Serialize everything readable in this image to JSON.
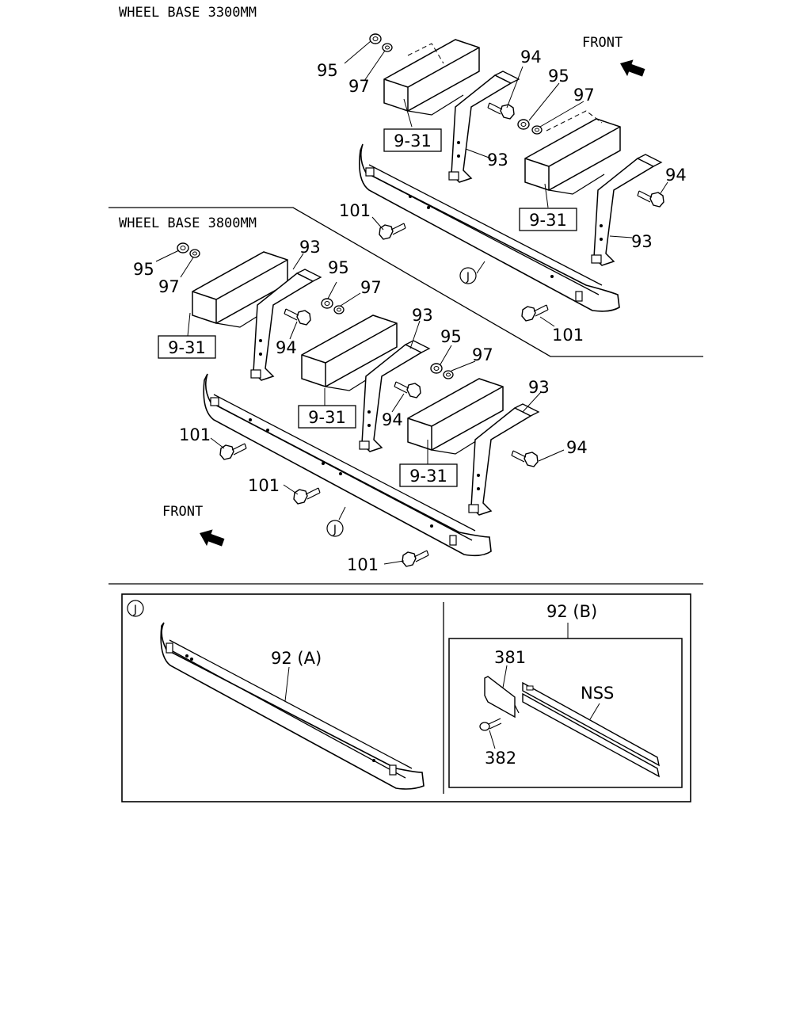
{
  "sections": {
    "wb3300": "WHEEL BASE 3300MM",
    "wb3800": "WHEEL BASE 3800MM"
  },
  "front_label": "FRONT",
  "ref_box_label": "9-31",
  "detail_marker": "J",
  "labels": {
    "p93": "93",
    "p94": "94",
    "p95": "95",
    "p97": "97",
    "p101": "101",
    "p92a": "92 (A)",
    "p92b": "92 (B)",
    "p381": "381",
    "p382": "382",
    "nss": "NSS"
  }
}
